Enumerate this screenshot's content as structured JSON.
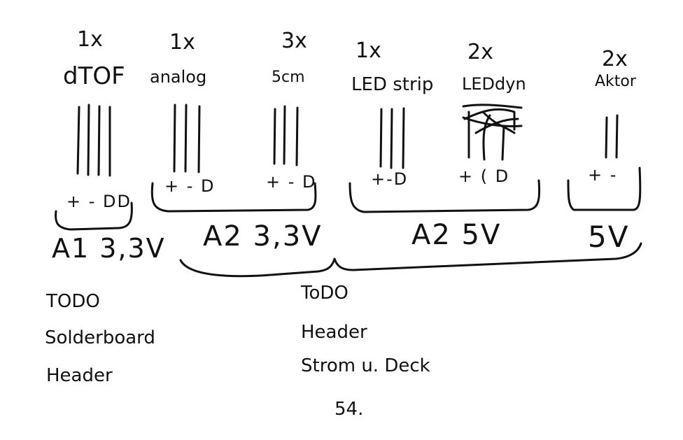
{
  "components": [
    {
      "id": "dtof",
      "qty": "1x",
      "name": "dTOF",
      "pins": "+ - DD",
      "wires": 4
    },
    {
      "id": "analog",
      "qty": "1x",
      "name": "analog",
      "pins": "+ - D",
      "wires": 3
    },
    {
      "id": "5cm",
      "qty": "3x",
      "name": "5cm",
      "pins": "+ - D",
      "wires": 3
    },
    {
      "id": "ledstrip",
      "qty": "1x",
      "name": "LED strip",
      "pins": "+-D",
      "wires": 3
    },
    {
      "id": "leddyn",
      "qty": "2x",
      "name": "LEDdyn",
      "pins": "+ ( D",
      "wires": 3
    },
    {
      "id": "aktor",
      "qty": "2x",
      "name": "Aktor",
      "pins": "+ -",
      "wires": 2
    }
  ],
  "rails": {
    "a1": "A1 3,3V",
    "a2_33": "A2 3,3V",
    "a2_5": "A2 5V",
    "v5": "5V"
  },
  "todo_left": {
    "title": "TODO",
    "lines": [
      "Solderboard",
      "Header"
    ]
  },
  "todo_right": {
    "title": "ToDO",
    "lines": [
      "Header",
      "Strom u. Deck"
    ],
    "extra": "54."
  }
}
